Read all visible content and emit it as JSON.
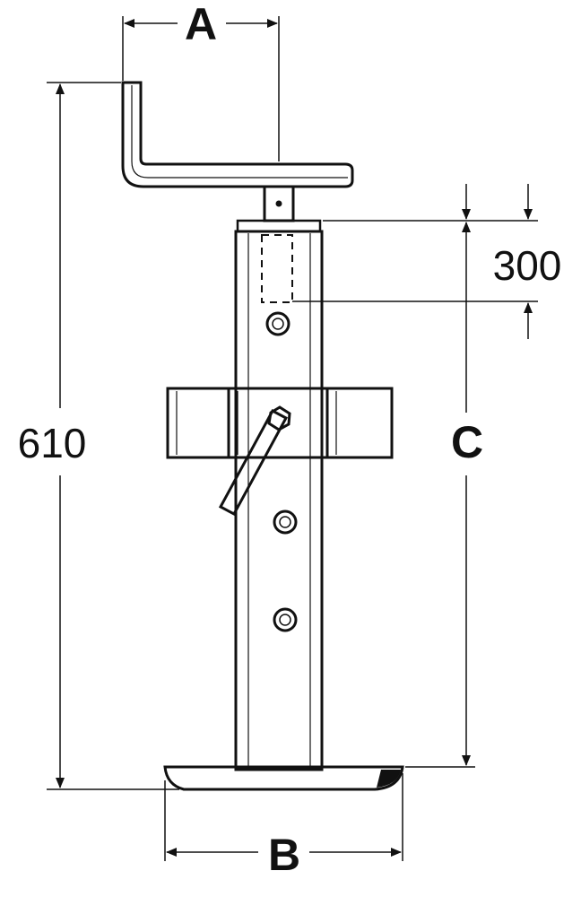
{
  "labels": {
    "dim_a": "A",
    "dim_b": "B",
    "dim_c": "C",
    "dim_overall": "610",
    "dim_travel": "300"
  },
  "colors": {
    "line": "#111111",
    "fill": "#ffffff",
    "shade": "#d9d9d9"
  }
}
